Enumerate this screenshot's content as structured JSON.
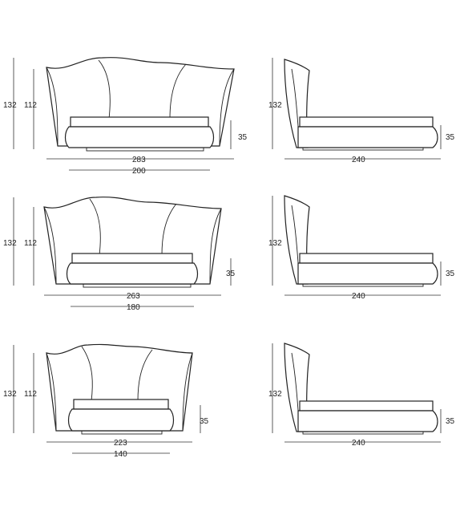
{
  "rows": [
    {
      "front": {
        "total_height": "132",
        "back_height": "112",
        "side_height": "35",
        "outer_width": "283",
        "inner_width": "200"
      },
      "side": {
        "height": "132",
        "bed_height": "35",
        "length": "240"
      }
    },
    {
      "front": {
        "total_height": "132",
        "back_height": "112",
        "side_height": "35",
        "outer_width": "263",
        "inner_width": "180"
      },
      "side": {
        "height": "132",
        "bed_height": "35",
        "length": "240"
      }
    },
    {
      "front": {
        "total_height": "132",
        "back_height": "112",
        "side_height": "35",
        "outer_width": "223",
        "inner_width": "140"
      },
      "side": {
        "height": "132",
        "bed_height": "35",
        "length": "240"
      }
    }
  ]
}
